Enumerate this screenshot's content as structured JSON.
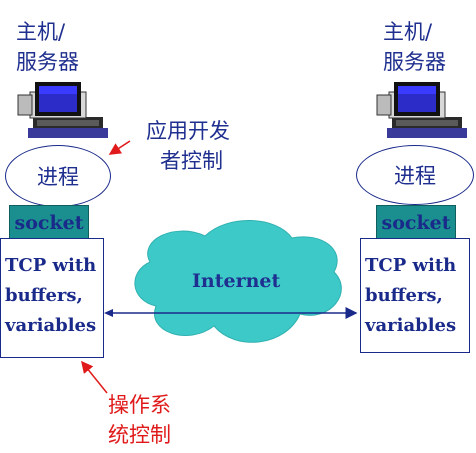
{
  "left_host": {
    "title_line1": "主机/",
    "title_line2": "服务器",
    "process_label": "进程",
    "socket_label": "socket",
    "tcp_line1": "TCP with",
    "tcp_line2": "buffers,",
    "tcp_line3": "variables"
  },
  "right_host": {
    "title_line1": "主机/",
    "title_line2": "服务器",
    "process_label": "进程",
    "socket_label": "socket",
    "tcp_line1": "TCP with",
    "tcp_line2": "buffers,",
    "tcp_line3": "variables"
  },
  "annotations": {
    "developer_line1": "应用开发",
    "developer_line2": "者控制",
    "os_line1": "操作系",
    "os_line2": "统控制"
  },
  "network": {
    "cloud_label": "Internet"
  },
  "colors": {
    "text_blue": "#1f2f8f",
    "socket_teal": "#1b8f8f",
    "cloud_cyan": "#3ec9c9",
    "annotation_red": "#e01a1a"
  }
}
